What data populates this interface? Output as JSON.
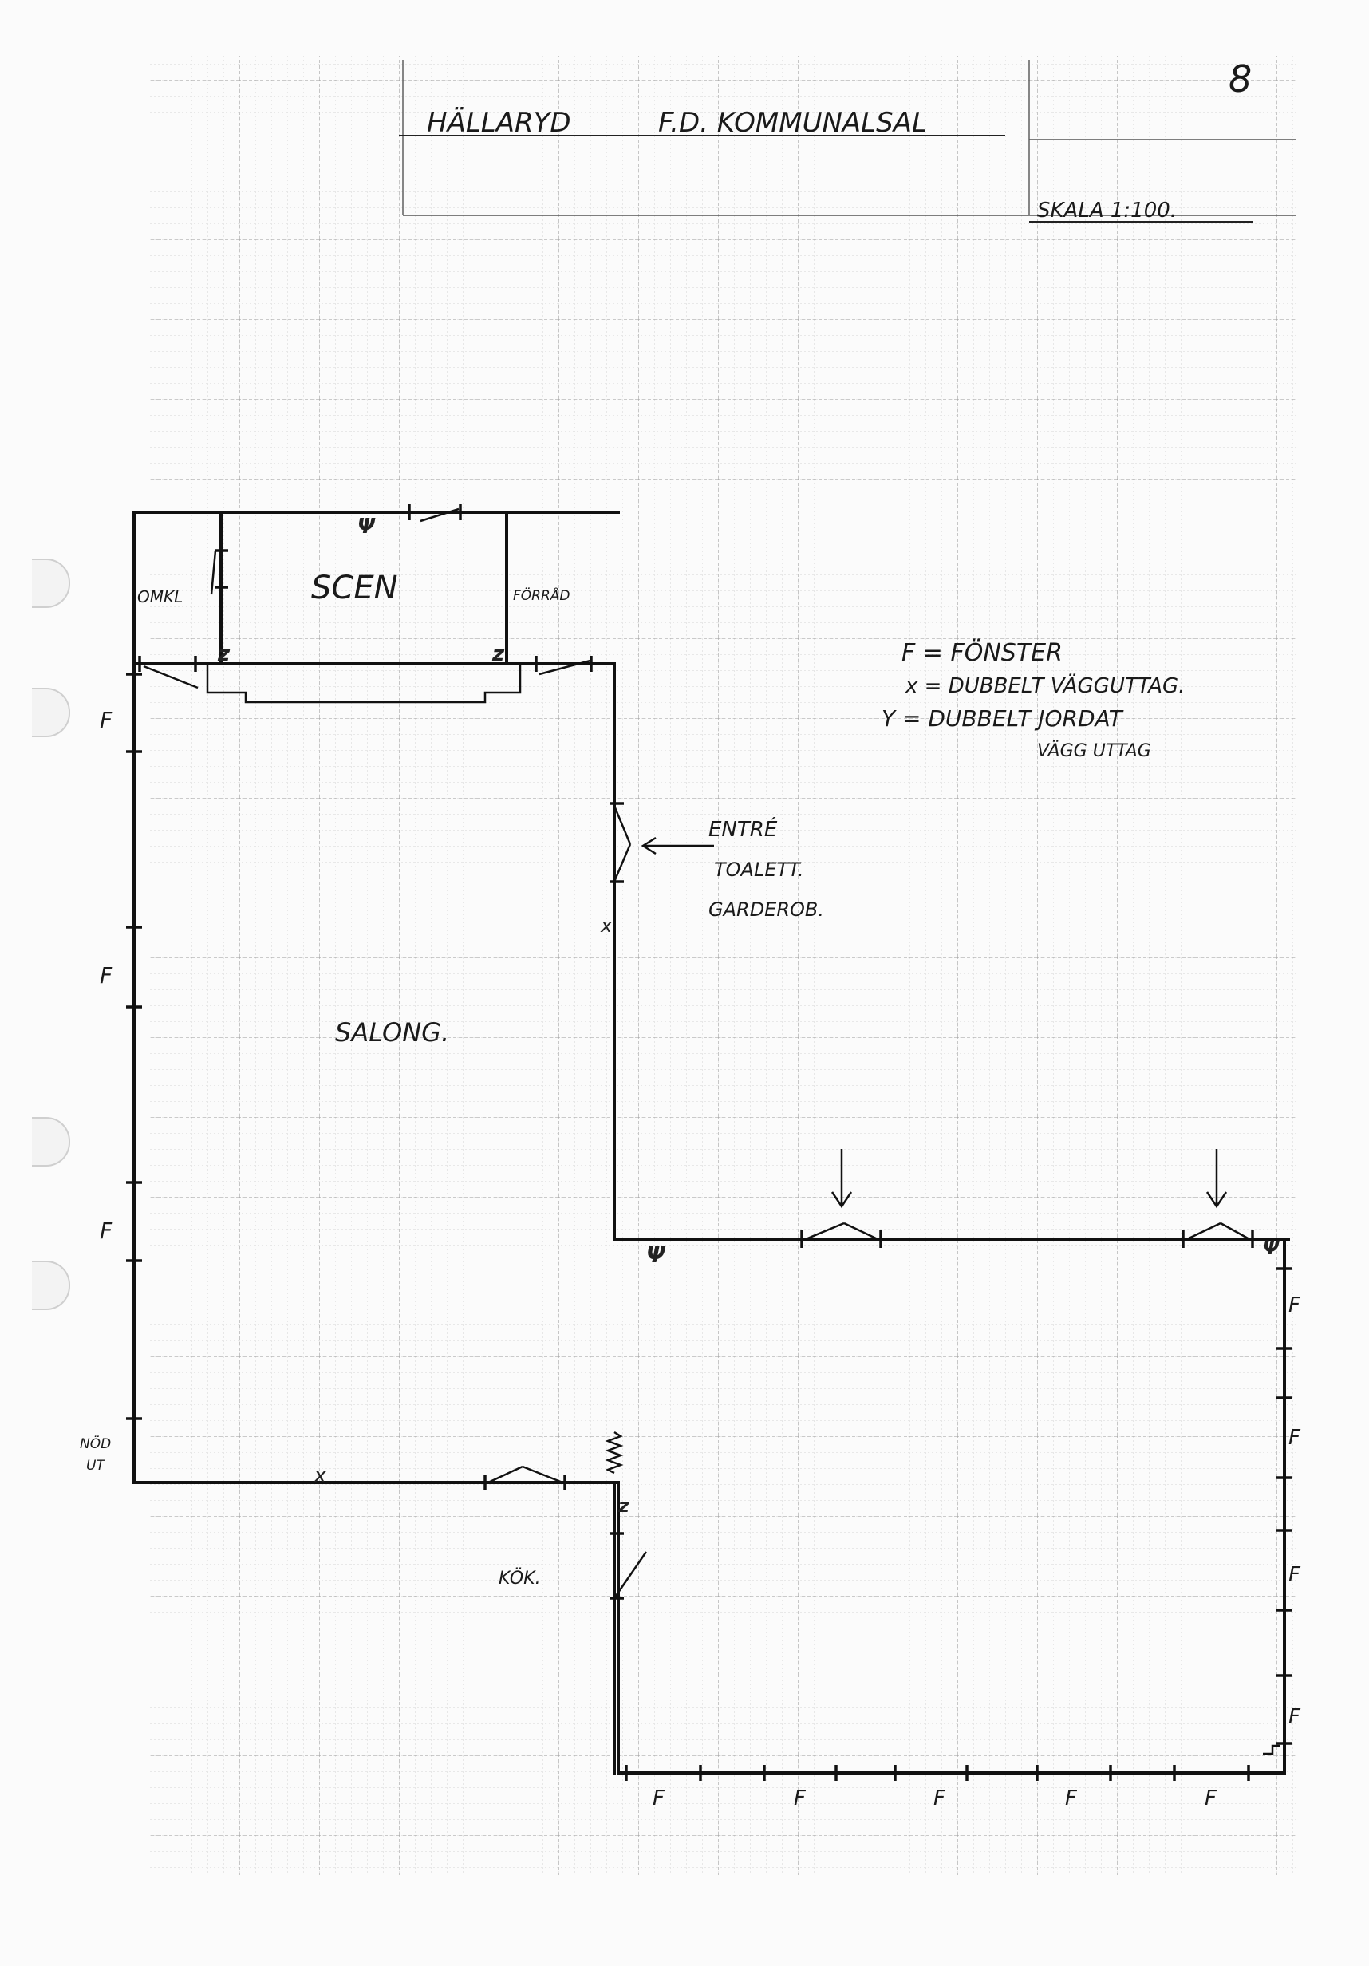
{
  "page_number": "8",
  "header": {
    "title_place": "HÄLLARYD",
    "title_building": "F.D. KOMMUNALSAL",
    "scale": "SKALA 1:100."
  },
  "rooms": {
    "omkl": "OMKL",
    "scen": "SCEN",
    "forrad": "FÖRRÅD",
    "salong": "SALONG.",
    "kok": "KÖK."
  },
  "entrance": {
    "line1": "ENTRÉ",
    "line2": "TOALETT.",
    "line3": "GARDEROB."
  },
  "legend": {
    "f_key": "F = FÖNSTER",
    "x_key": "x = DUBBELT VÄGGUTTAG.",
    "y_key": "Y = DUBBELT JORDAT",
    "y_key_cont": "VÄGG UTTAG"
  },
  "markers": {
    "window": "F",
    "emergency_exit_line1": "NÖD",
    "emergency_exit_line2": "UT"
  }
}
